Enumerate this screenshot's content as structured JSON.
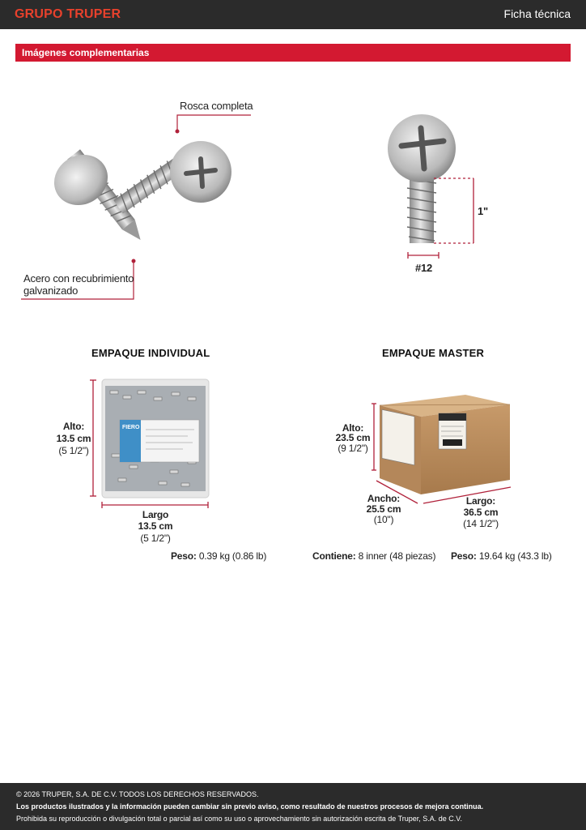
{
  "header": {
    "brand": "GRUPO TRUPER",
    "doc_type": "Ficha técnica"
  },
  "section": {
    "title": "Imágenes complementarias"
  },
  "product_callouts": {
    "thread": "Rosca completa",
    "material_line1": "Acero con recubrimiento",
    "material_line2": "galvanizado",
    "length": "1\"",
    "gauge": "#12"
  },
  "individual": {
    "heading": "EMPAQUE INDIVIDUAL",
    "height_label": "Alto:",
    "height_cm": "13.5 cm",
    "height_in": "(5 1/2\")",
    "length_label": "Largo",
    "length_cm": "13.5 cm",
    "length_in": "(5 1/2\")",
    "weight_label": "Peso:",
    "weight_value": "0.39 kg (0.86 lb)"
  },
  "master": {
    "heading": "EMPAQUE MASTER",
    "height_label": "Alto:",
    "height_cm": "23.5 cm",
    "height_in": "(9 1/2\")",
    "width_label": "Ancho:",
    "width_cm": "25.5 cm",
    "width_in": "(10\")",
    "length_label": "Largo:",
    "length_cm": "36.5 cm",
    "length_in": "(14 1/2\")",
    "contents_label": "Contiene:",
    "contents_value": "8 inner (48 piezas)",
    "weight_label": "Peso:",
    "weight_value": "19.64 kg (43.3 lb)"
  },
  "package_brand": "FIERO",
  "footer": {
    "line1": "© 2026 TRUPER, S.A. DE C.V. TODOS LOS DERECHOS RESERVADOS.",
    "line2": "Los productos ilustrados y la información pueden cambiar sin previo aviso, como resultado de nuestros procesos de mejora continua.",
    "line3": "Prohibida su reproducción o divulgación total o parcial así como su uso o aprovechamiento sin autorización escrita de Truper, S.A. de C.V."
  },
  "colors": {
    "accent": "#d31931",
    "brand_orange": "#e8412c",
    "bar_dark": "#2b2b2b",
    "dimension_line": "#b0213a"
  }
}
